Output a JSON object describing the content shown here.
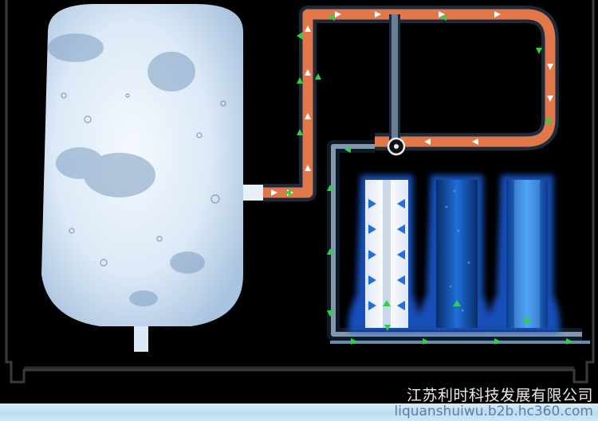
{
  "caption": {
    "company": "江苏利时科技发展有限公司",
    "website": "liquanshuiwu.b2b.hc360.com"
  },
  "colors": {
    "background": "#000000",
    "hot_pipe": "#e2774a",
    "cold_pipe": "#9fb8d0",
    "flow_arrow": "#2fd14a",
    "filter_arrow": "#1e6fe0",
    "filter_glow": "#1a5bd8",
    "tank": "#dbe9f6"
  },
  "components": [
    {
      "name": "pressure-tank",
      "icon": "water-tank"
    },
    {
      "name": "pp-cotton-filter",
      "icon": "filter-cartridge"
    },
    {
      "name": "granular-carbon-filter",
      "icon": "filter-cartridge"
    },
    {
      "name": "block-carbon-filter",
      "icon": "filter-cartridge"
    }
  ]
}
